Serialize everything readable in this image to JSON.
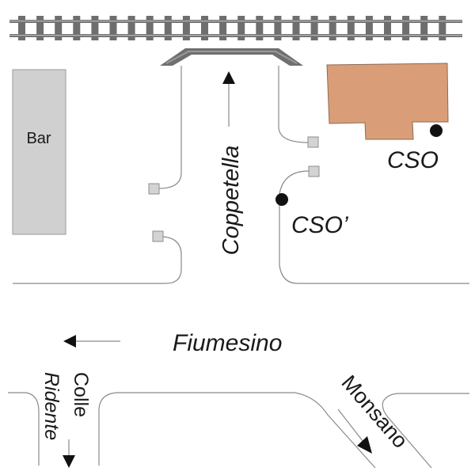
{
  "diagram": {
    "title": "Site map: Coppetella / Fiumesino junction",
    "colors": {
      "rail": "#707070",
      "bridge": "#6f6f6f",
      "bridge_stripe": "#9a9a9a",
      "bar_fill": "#d0d0d0",
      "bar_stroke": "#9a9a9a",
      "building_fill": "#d99e77",
      "building_stroke": "#8c6a55",
      "manhole_fill": "#d3d3d3",
      "cso_point": "#111111",
      "road_line": "#8a8a8a"
    },
    "labels": {
      "bar": "Bar",
      "cso": "CSO",
      "cso_prime": "CSO’",
      "coppetella": "Coppetella",
      "fiumesino": "Fiumesino",
      "colle": "Colle",
      "ridente": "Ridente",
      "monsano": "Monsano"
    },
    "icons": {
      "railway": "railway-track-icon",
      "bridge": "bridge-icon",
      "direction_arrow": "arrow-icon",
      "manhole": "manhole-square-icon",
      "sampling_point": "filled-circle-icon"
    }
  }
}
